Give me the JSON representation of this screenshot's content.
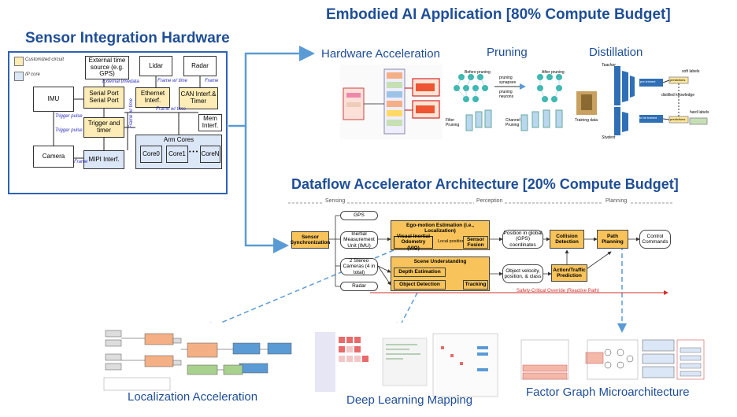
{
  "titles": {
    "sensor_hw": "Sensor Integration Hardware",
    "embodied": "Embodied AI Application [80% Compute Budget]",
    "dataflow": "Dataflow Accelerator Architecture [20% Compute Budget]"
  },
  "embodied_parts": {
    "hw_accel": "Hardware Acceleration",
    "pruning": "Pruning",
    "distillation": "Distillation"
  },
  "bottom_captions": {
    "localization": "Localization Acceleration",
    "dl_mapping": "Deep Learning Mapping",
    "factor_graph": "Factor Graph Microarchitecture"
  },
  "sensor_panel": {
    "legend_custom": "Customized circuit",
    "legend_ip": "IP core",
    "ext_time": "External time source (e.g. GPS)",
    "lidar": "Lidar",
    "radar": "Radar",
    "imu": "IMU",
    "serial": "Serial Port Serial Port",
    "ethernet": "Ethernet Interf.",
    "can": "CAN Interf.& Timer",
    "mem": "Mem Interf.",
    "trigger": "Trigger and timer",
    "camera": "Camera",
    "mipi": "MIPI Interf.",
    "arm_cores": "Arm Cores",
    "core0": "Core0",
    "core1": "Core1",
    "dots": "• • •",
    "coren": "CoreN",
    "lbl_ext_timedata": "External timedata",
    "lbl_frame_time_1": "Frame w/ time",
    "lbl_frame_1": "Frame",
    "lbl_frame_time_2": "Frame w/ time",
    "lbl_trigger_1": "Trigger pulse",
    "lbl_trigger_2": "Trigger pulse",
    "lbl_frame_time_3": "Frame w/ time",
    "lbl_frame_2": "Frame"
  },
  "pruning_labels": {
    "before": "Before pruning",
    "after": "After pruning",
    "synapses": "pruning synapses",
    "neurons": "pruning neurons",
    "filter": "Filter Pruning",
    "channel": "Channel Pruning"
  },
  "distill_labels": {
    "teacher": "Teacher",
    "student": "Student",
    "pretrained": "pre-trained",
    "tobetrained": "to be trained",
    "soft_labels": "soft labels",
    "predictions": "predictions",
    "distilled": "distilled knowledge",
    "hard_labels": "hard labels",
    "training_data": "Training data"
  },
  "pipeline": {
    "sensing": "Sensing",
    "perception": "Perception",
    "planning": "Planning",
    "sensor_sync": "Sensor Synchronization",
    "gps": "GPS",
    "imu": "Inertial Measurement Unit (IMU)",
    "cameras": "2 Stereo Cameras (4 in total)",
    "radar": "Radar",
    "ego_motion": "Ego-motion Estimation (i.e., Localization)",
    "vio": "Visual Inertial Odometry (VIO)",
    "local_pos": "Local position",
    "sensor_fusion": "Sensor Fusion",
    "global_pos": "Position in global (GPS) coordinates",
    "collision": "Collision Detection",
    "path_planning": "Path Planning",
    "control": "Control Commands",
    "scene": "Scene Understanding",
    "depth": "Depth Estimation",
    "object_det": "Object Detection",
    "tracking": "Tracking",
    "obj_vel": "Object velocity, position, & class",
    "action": "Action/Traffic Prediction",
    "safety": "Safety-Critical Override (Reactive Path)"
  },
  "colors": {
    "title_blue": "#1f4e96",
    "arrow_blue": "#5b9bd5",
    "custom_fill": "#fdecb6",
    "ip_fill": "#dbe6f6",
    "stage_orange": "#f7c35a",
    "safety_red": "#d0312d"
  }
}
